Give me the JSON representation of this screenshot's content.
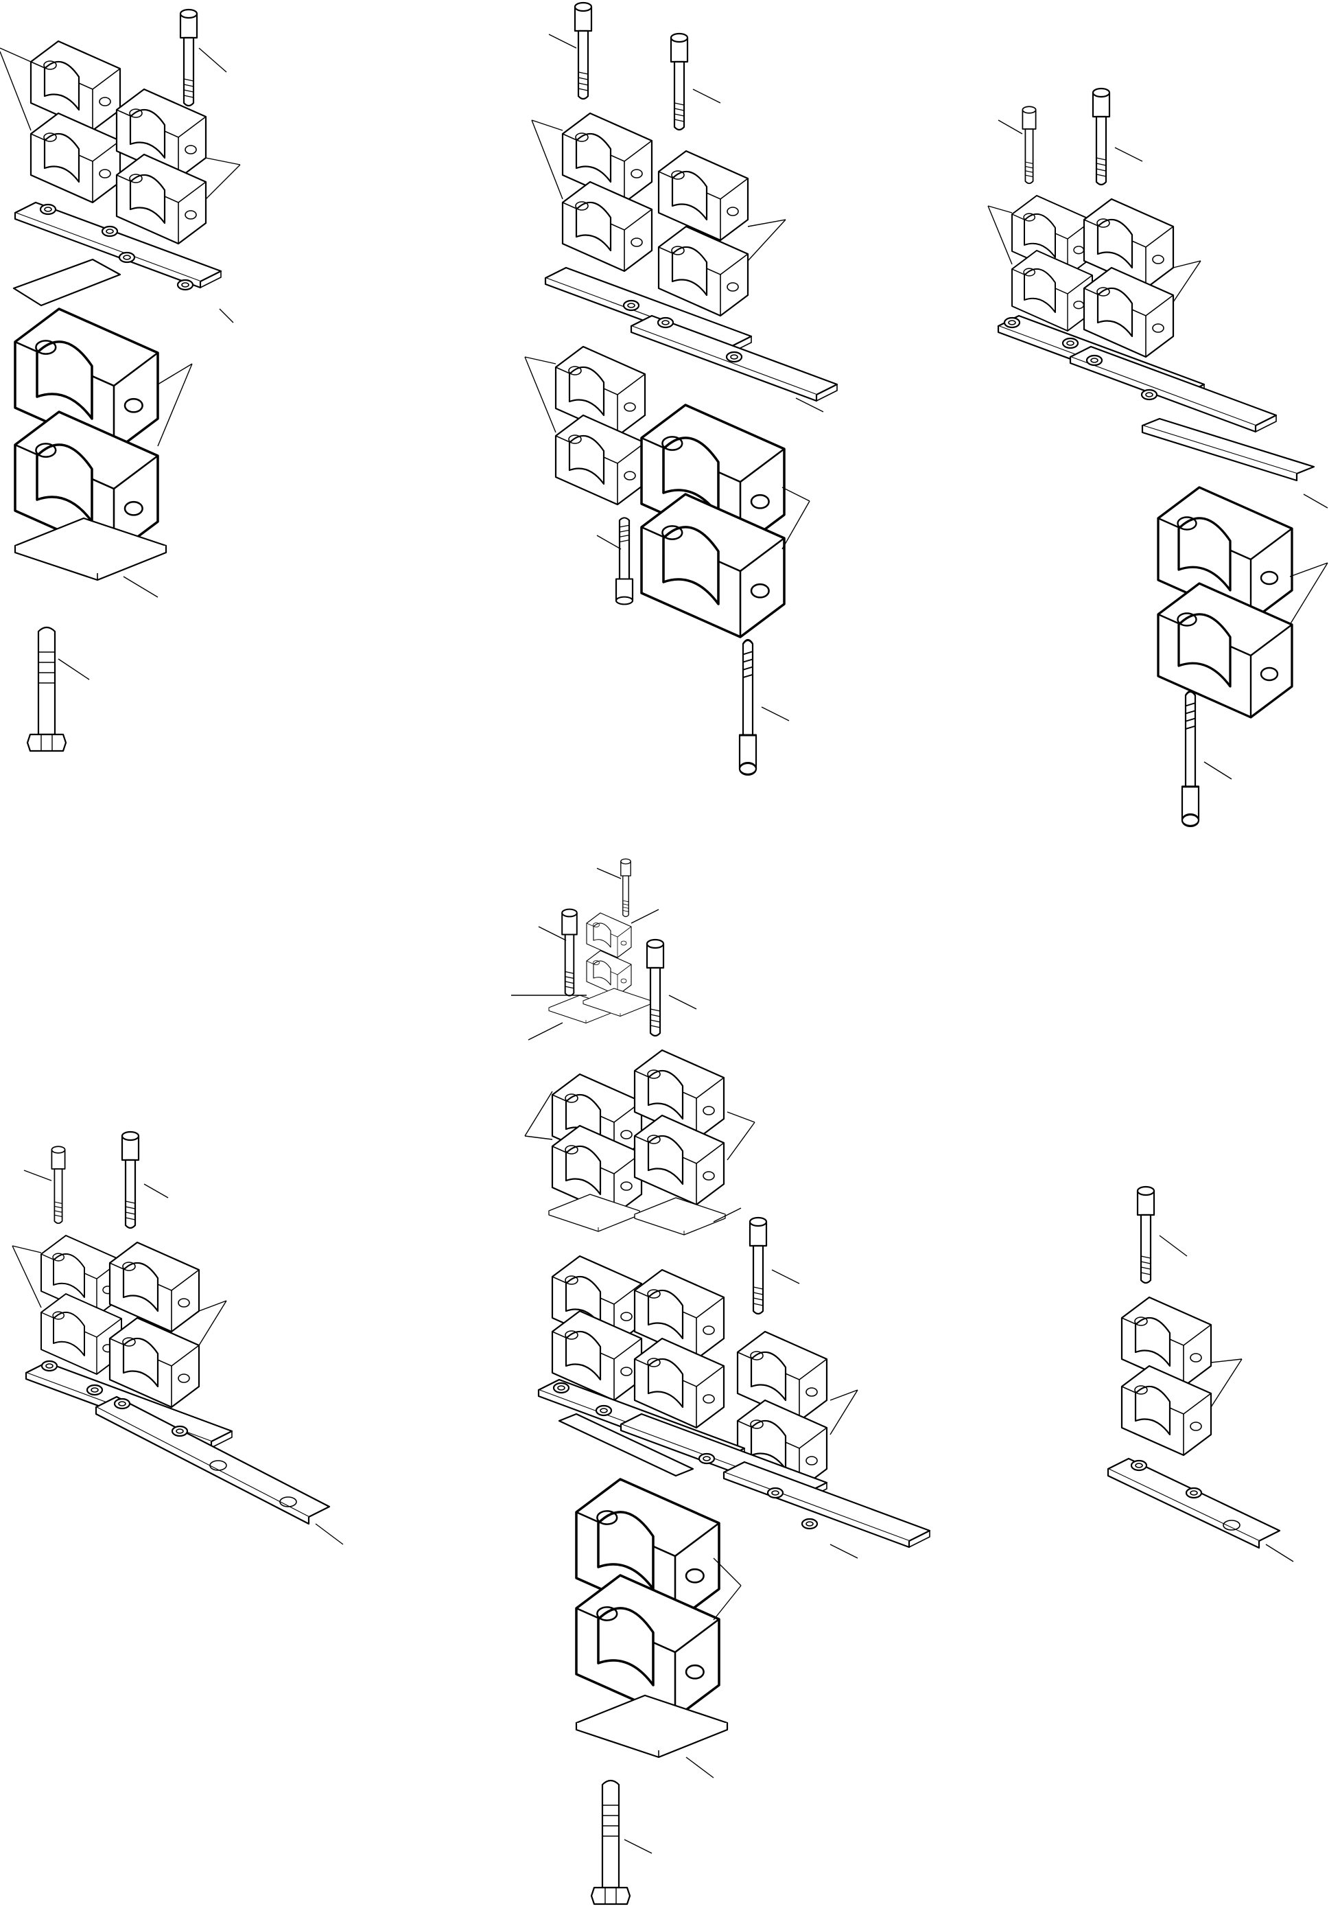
{
  "figure": {
    "background": "#ffffff",
    "line_color": "#000000",
    "groups": [
      {
        "id": "clamp-assembly-1",
        "parts": [
          "bolt",
          "top-clamp",
          "bottom-clamp",
          "cover-plate",
          "weld-plate",
          "large-clamp",
          "base-plate",
          "hex-bolt"
        ]
      },
      {
        "id": "clamp-assembly-2",
        "parts": [
          "bolt",
          "bolt",
          "top-clamp",
          "bottom-clamp",
          "rail-plate",
          "large-clamp",
          "long-bolt",
          "small-bolt"
        ]
      },
      {
        "id": "clamp-assembly-3",
        "parts": [
          "bolt",
          "bolt",
          "top-clamp",
          "bottom-clamp",
          "rail-plate",
          "large-clamp",
          "long-bolt"
        ]
      },
      {
        "id": "clamp-assembly-4",
        "parts": [
          "bolt",
          "bolt",
          "top-clamp",
          "bottom-clamp",
          "extension-plate"
        ]
      },
      {
        "id": "clamp-assembly-5",
        "parts": [
          "small-bolt",
          "mini-clamp",
          "spacer-plate",
          "bolt",
          "top-clamp",
          "bottom-clamp",
          "rail-plate",
          "large-clamp",
          "base-plate",
          "hex-bolt"
        ]
      },
      {
        "id": "clamp-assembly-6",
        "parts": [
          "bolt",
          "top-clamp",
          "bottom-clamp",
          "short-plate"
        ]
      }
    ]
  }
}
